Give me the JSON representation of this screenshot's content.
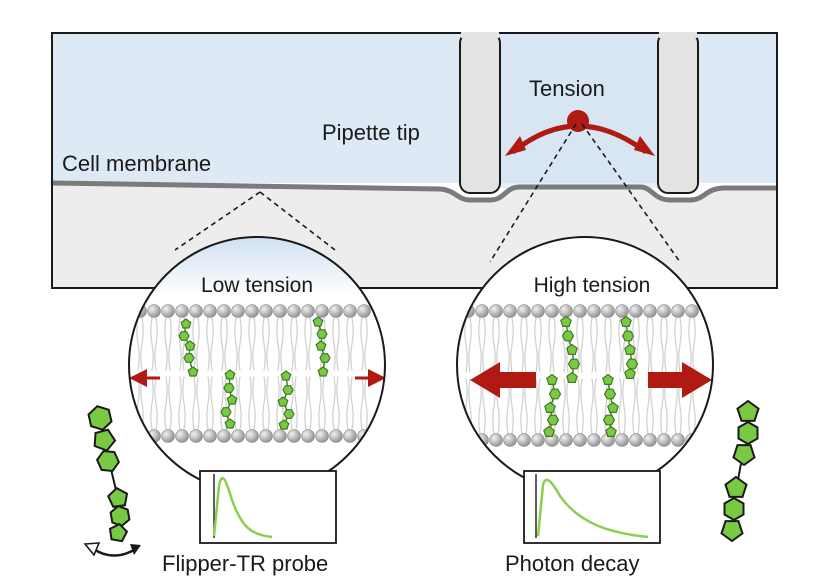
{
  "labels": {
    "cell_membrane": "Cell membrane",
    "pipette_tip": "Pipette tip",
    "tension": "Tension",
    "low_tension": "Low tension",
    "high_tension": "High tension",
    "probe": "Flipper-TR probe",
    "photon_decay": "Photon decay"
  },
  "colors": {
    "medium": "#dde9f5",
    "cell_interior": "#ededed",
    "membrane_line": "#7b7b7b",
    "pipette": "#e3e3e3",
    "tension_arrow": "#b01a12",
    "probe_fill": "#7ac943",
    "probe_stroke": "#3f7a22",
    "decay_curve": "#8ccf4e",
    "lipid_head": "#a9a9a9"
  },
  "icons": {
    "tension_point": "red-dot",
    "left_arrow": "red-arrow-left",
    "right_arrow": "red-arrow-right",
    "rotation": "double-headed-curved-arrow"
  }
}
